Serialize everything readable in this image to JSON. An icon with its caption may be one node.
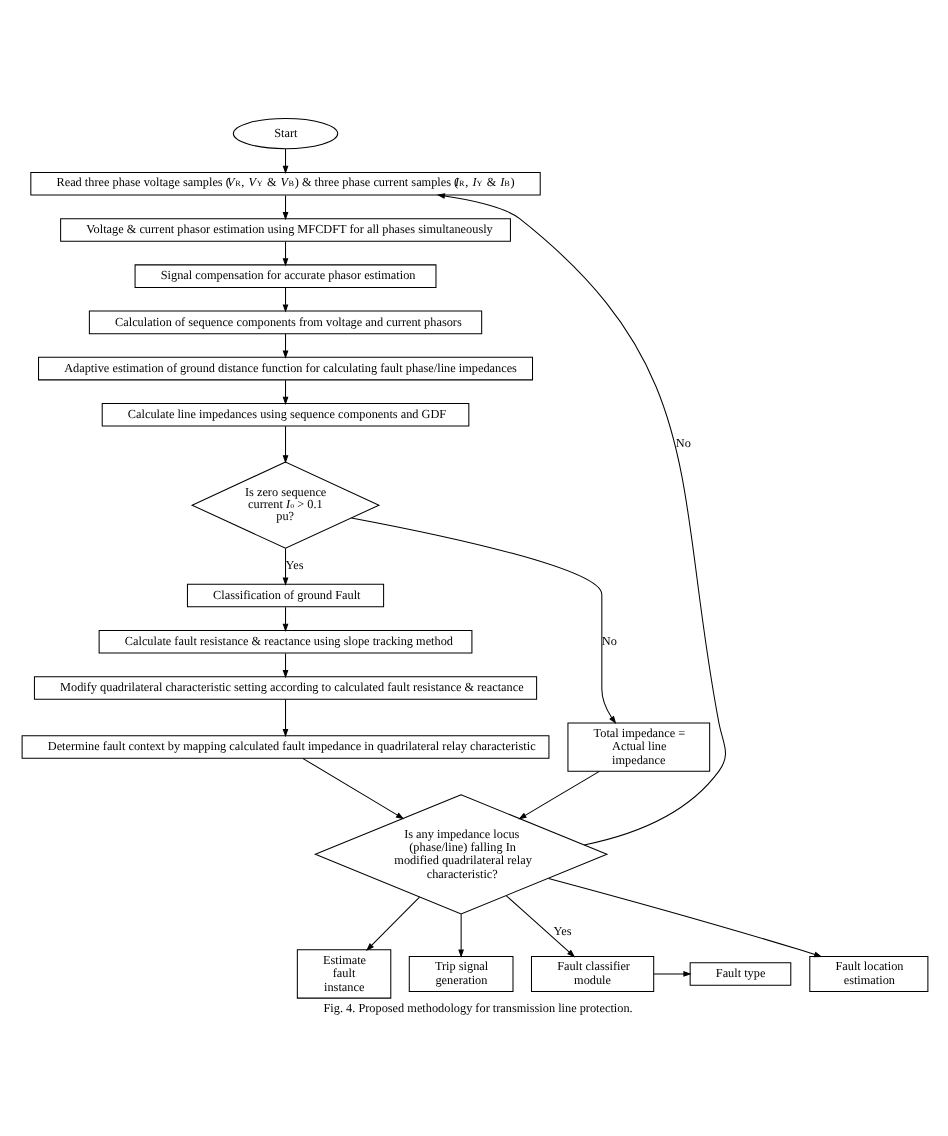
{
  "diagram": {
    "caption": "Fig. 4. Proposed methodology for transmission line protection.",
    "nodes": [
      {
        "text": [
          "Start"
        ]
      },
      {
        "text": [
          "Read three phase voltage samples (*V*$_{R}$, *V*$_{Y}$ & *V*$_{B}$) & three phase current samples (*I*$_{R}$, *I*$_{Y}$ & *I*$_{B}$)"
        ]
      },
      {
        "text": [
          "Voltage & current phasor estimation using MFCDFT for all phases simultaneously"
        ]
      },
      {
        "text": [
          "Signal compensation for accurate phasor estimation"
        ]
      },
      {
        "text": [
          "Calculation of sequence components from voltage and current phasors"
        ]
      },
      {
        "text": [
          "Adaptive estimation of ground distance function for calculating fault phase/line impedances"
        ]
      },
      {
        "text": [
          "Calculate line impedances using sequence components and GDF"
        ]
      },
      {
        "text": [
          "Is zero sequence current *I*$_{o}$ > 0.1 pu?"
        ]
      },
      {
        "text": [
          "Classification of ground Fault"
        ]
      },
      {
        "text": [
          "Calculate fault resistance & reactance using slope tracking method"
        ]
      },
      {
        "text": [
          "Modify quadrilateral characteristic setting according to calculated fault resistance & reactance"
        ]
      },
      {
        "text": [
          "Determine fault context by mapping calculated fault impedance in quadrilateral relay characteristic"
        ]
      },
      {
        "text": [
          "Total impedance = Actual line impedance"
        ]
      },
      {
        "text": [
          "Is any impedance locus (phase/line) falling In modified quadrilateral relay characteristic?"
        ]
      },
      {
        "text": [
          "Estimate fault instance"
        ]
      },
      {
        "text": [
          "Trip signal generation"
        ]
      },
      {
        "text": [
          "Fault classifier module"
        ]
      },
      {
        "text": [
          "Fault type"
        ]
      },
      {
        "text": [
          "Fault location estimation"
        ]
      }
    ],
    "edges": [
      {
        "from": 0,
        "to": 1,
        "arrow": "to"
      },
      {
        "from": 1,
        "to": 2,
        "arrow": "to"
      },
      {
        "from": 2,
        "to": 3,
        "arrow": "to"
      },
      {
        "from": 3,
        "to": 4,
        "arrow": "to"
      },
      {
        "from": 4,
        "to": 5,
        "arrow": "to"
      },
      {
        "from": 5,
        "to": 6,
        "arrow": "to"
      },
      {
        "from": 6,
        "to": 7,
        "arrow": "to"
      },
      {
        "from": 7,
        "to": 8,
        "arrow": "to",
        "label": "Yes"
      },
      {
        "from": 7,
        "to": 12,
        "arrow": "to",
        "label": "No"
      },
      {
        "from": 8,
        "to": 9,
        "arrow": "to"
      },
      {
        "from": 9,
        "to": 10,
        "arrow": "to"
      },
      {
        "from": 10,
        "to": 11,
        "arrow": "to"
      },
      {
        "from": 11,
        "to": 13,
        "arrow": "to"
      },
      {
        "from": 12,
        "to": 13,
        "arrow": "to"
      },
      {
        "from": 13,
        "to": 1,
        "arrow": "to",
        "label": "No"
      },
      {
        "from": 13,
        "to": 14,
        "arrow": "to"
      },
      {
        "from": 13,
        "to": 15,
        "arrow": "to"
      },
      {
        "from": 13,
        "to": 16,
        "arrow": "to",
        "label": "Yes"
      },
      {
        "from": 13,
        "to": 18,
        "arrow": "to"
      },
      {
        "from": 16,
        "to": 17,
        "arrow": "to"
      }
    ]
  }
}
